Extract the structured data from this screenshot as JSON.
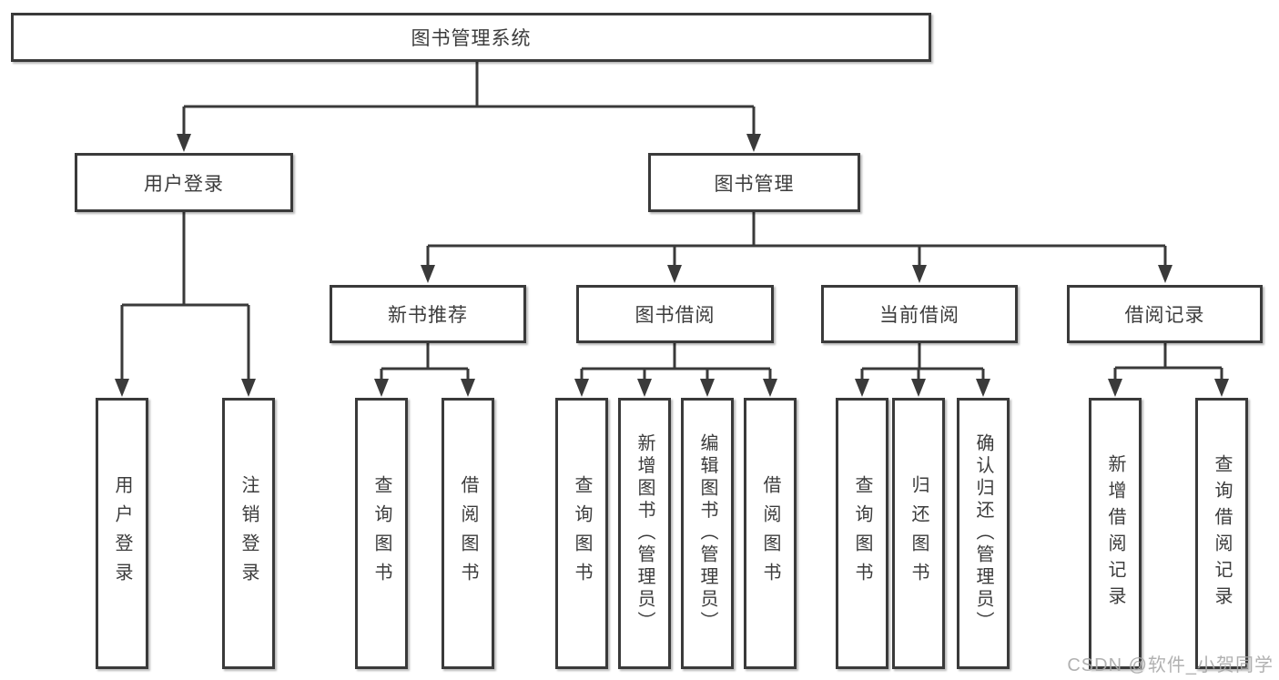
{
  "diagram": {
    "title": "图书管理系统",
    "line_color": "#3a3a3a",
    "box_border_color": "#3a3a3a",
    "text_color": "#3c3c3c",
    "level2": [
      {
        "label": "用户登录"
      },
      {
        "label": "图书管理"
      }
    ],
    "level3": [
      {
        "label": "新书推荐"
      },
      {
        "label": "图书借阅"
      },
      {
        "label": "当前借阅"
      },
      {
        "label": "借阅记录"
      }
    ],
    "leaves": {
      "user_login": [
        "用户登录",
        "注销登录"
      ],
      "new_books": [
        "查询图书",
        "借阅图书"
      ],
      "book_borrowing": [
        "查询图书",
        "新增图书（管理员）",
        "编辑图书（管理员）",
        "借阅图书"
      ],
      "current_borrowing": [
        "查询图书",
        "归还图书",
        "确认归还（管理员）"
      ],
      "borrowing_records": [
        "新增借阅记录",
        "查询借阅记录"
      ]
    }
  },
  "watermark": {
    "text": "CSDN @软件_小贺同学",
    "color": "#a9a9a9"
  }
}
